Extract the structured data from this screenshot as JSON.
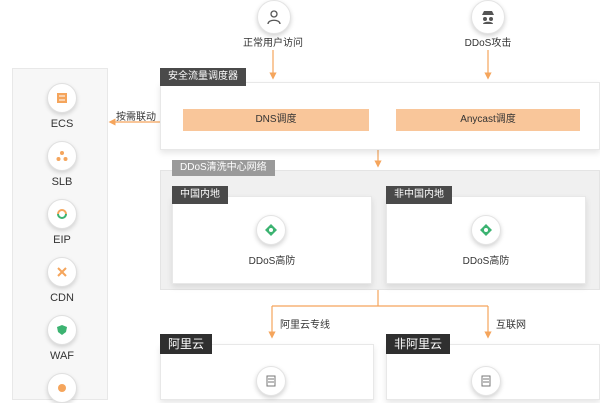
{
  "top_nodes": {
    "normal_user": "正常用户访问",
    "ddos_attack": "DDoS攻击"
  },
  "scheduler": {
    "title": "安全流量调度器",
    "dns": "DNS调度",
    "anycast": "Anycast调度"
  },
  "linkage_label": "按需联动",
  "sidebar": {
    "items": [
      {
        "label": "ECS",
        "icon": "ecs-icon"
      },
      {
        "label": "SLB",
        "icon": "slb-icon"
      },
      {
        "label": "EIP",
        "icon": "eip-icon"
      },
      {
        "label": "CDN",
        "icon": "cdn-icon"
      },
      {
        "label": "WAF",
        "icon": "waf-icon"
      }
    ]
  },
  "scrubbing": {
    "title": "DDoS清洗中心网络",
    "mainland": {
      "title": "中国内地",
      "node": "DDoS高防"
    },
    "overseas": {
      "title": "非中国内地",
      "node": "DDoS高防"
    }
  },
  "routes": {
    "aliyun_line": "阿里云专线",
    "internet": "互联网"
  },
  "clouds": {
    "aliyun": "阿里云",
    "non_aliyun": "非阿里云"
  },
  "colors": {
    "arrow": "#f5a55c",
    "orange_bar": "#f9c69a",
    "header_dark": "#4a4a4a",
    "icon_green": "#3cb371",
    "icon_orange": "#f5a55c"
  }
}
